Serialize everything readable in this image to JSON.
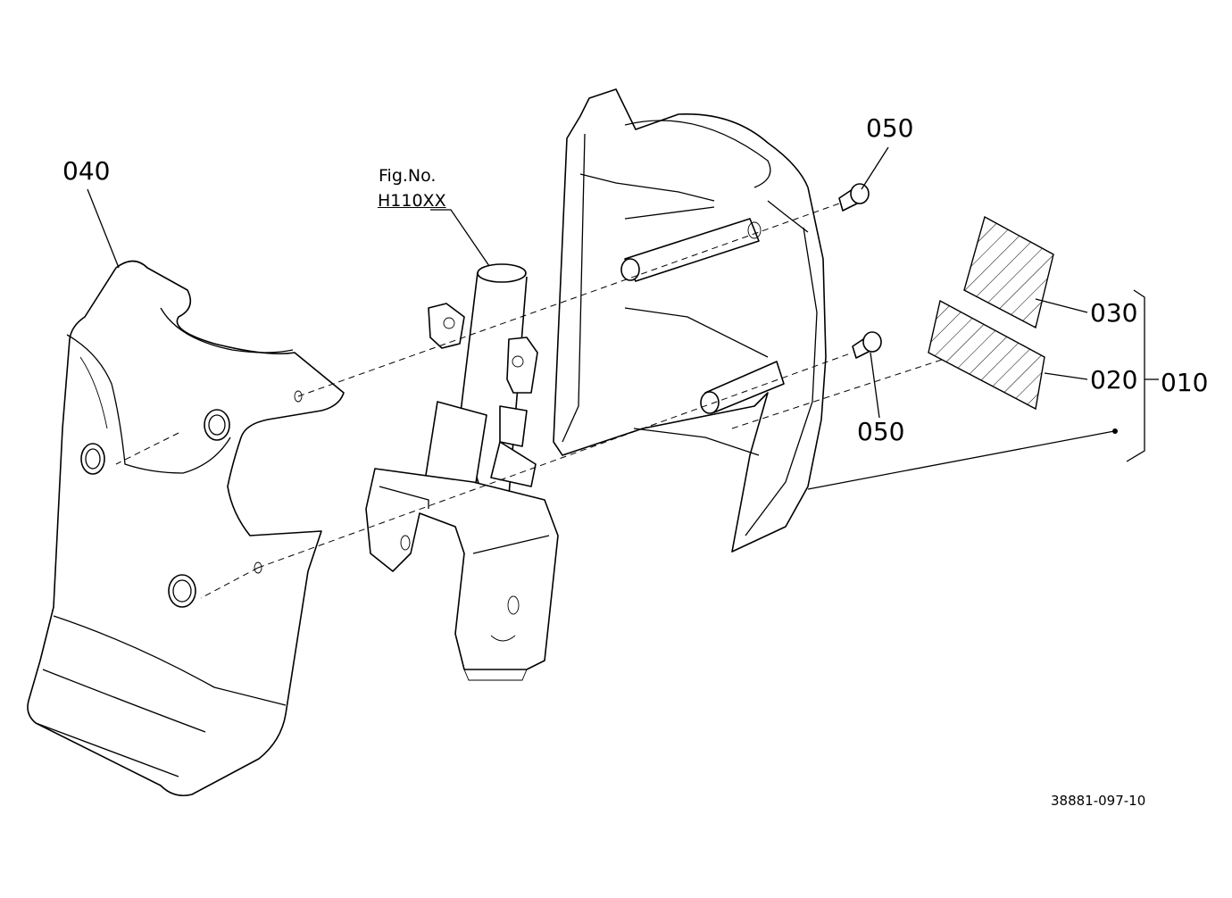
{
  "figure_ref": {
    "label": "Fig.No.",
    "code": "H110XX"
  },
  "callouts": [
    {
      "id": "040",
      "text": "040"
    },
    {
      "id": "050a",
      "text": "050"
    },
    {
      "id": "050b",
      "text": "050"
    },
    {
      "id": "030",
      "text": "030"
    },
    {
      "id": "020",
      "text": "020"
    },
    {
      "id": "010",
      "text": "010"
    }
  ],
  "document_number": "38881-097-10"
}
